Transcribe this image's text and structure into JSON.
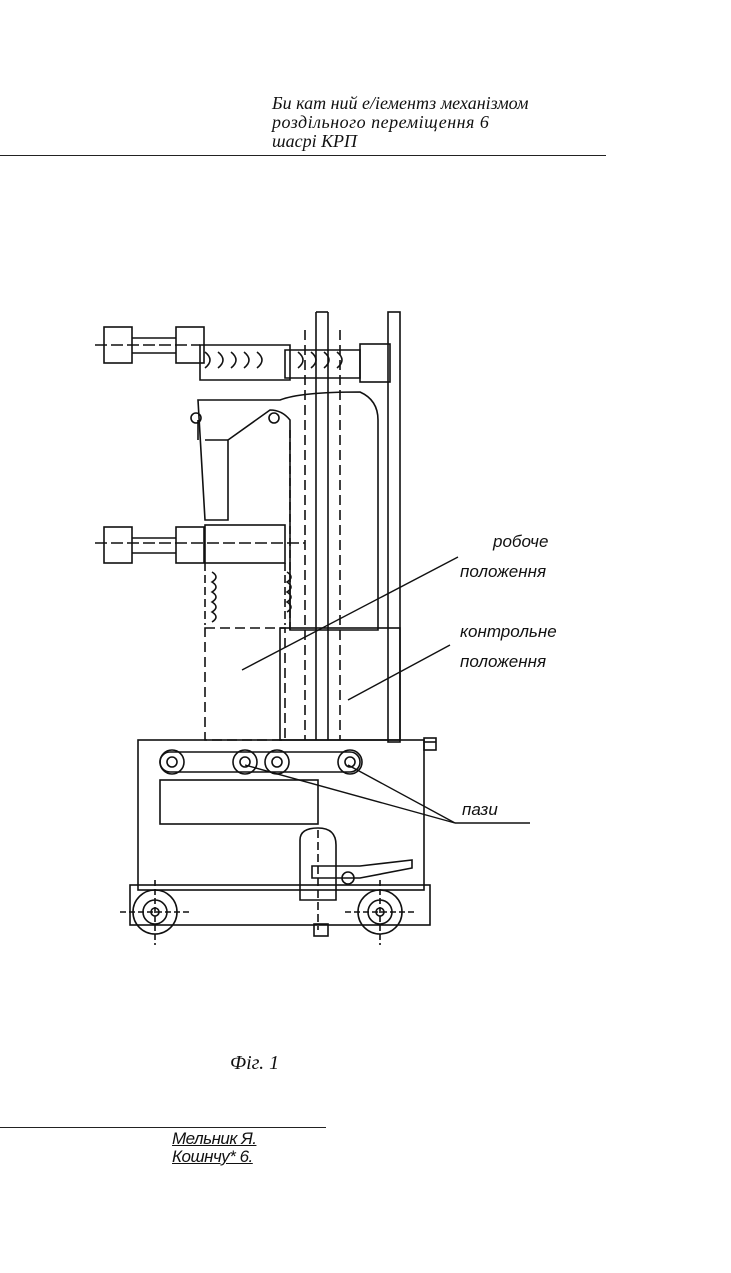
{
  "header": {
    "title_lines": [
      "Би кат ний е/iементз механізмом",
      "роздільного    переміщення 6",
      "шасрі КРП"
    ]
  },
  "figure": {
    "labels": {
      "working_line1": "робоче",
      "working_line2": "положення",
      "control_line1": "контрольне",
      "control_line2": "положення",
      "slots": "пази"
    },
    "caption": "Фіг. 1"
  },
  "footer": {
    "authors": [
      "Мельник Я.",
      "Кошнчу* 6."
    ]
  }
}
